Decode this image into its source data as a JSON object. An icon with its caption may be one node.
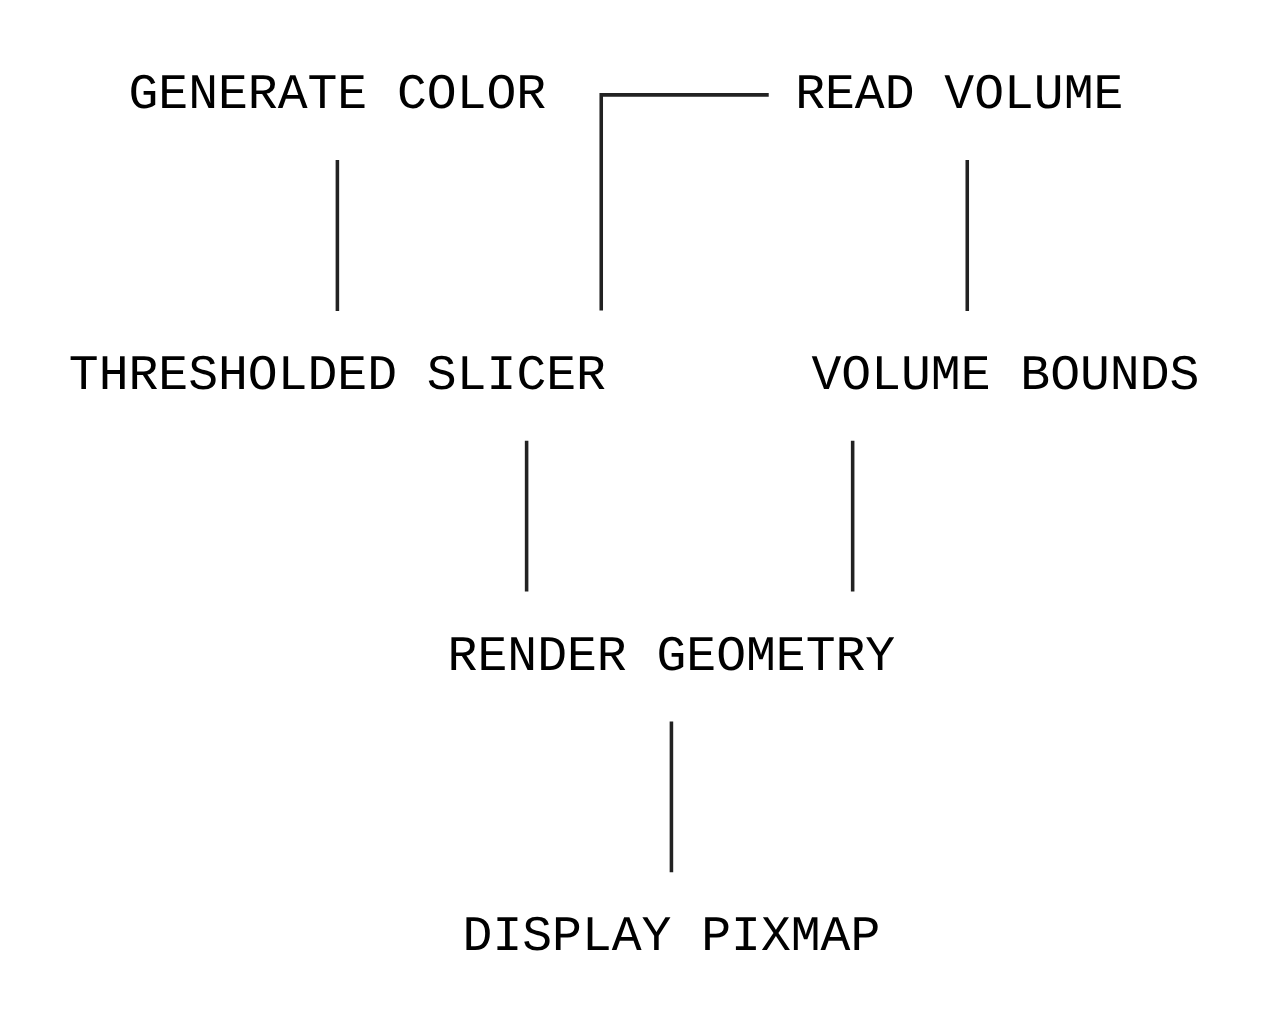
{
  "diagram": {
    "nodes": [
      {
        "text": [
          "READ VOLUME"
        ]
      },
      {
        "text": [
          "GENERATE COLOR"
        ]
      },
      {
        "text": [
          "THRESHOLDED SLICER"
        ]
      },
      {
        "text": [
          "VOLUME BOUNDS"
        ]
      },
      {
        "text": [
          "RENDER GEOMETRY"
        ]
      },
      {
        "text": [
          "DISPLAY PIXMAP"
        ]
      }
    ],
    "edges": [
      {
        "from": 0,
        "to": 2,
        "arrow": "none"
      },
      {
        "from": 0,
        "to": 3,
        "arrow": "none"
      },
      {
        "from": 1,
        "to": 2,
        "arrow": "none"
      },
      {
        "from": 2,
        "to": 4,
        "arrow": "none"
      },
      {
        "from": 3,
        "to": 4,
        "arrow": "none"
      },
      {
        "from": 4,
        "to": 5,
        "arrow": "none"
      }
    ]
  }
}
